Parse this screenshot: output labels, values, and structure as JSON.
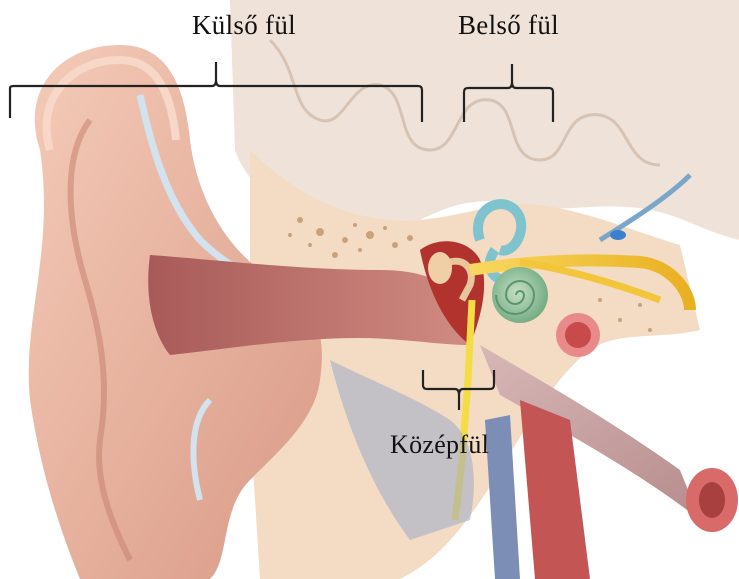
{
  "labels": {
    "outer_ear": "Külső fül",
    "inner_ear": "Belső fül",
    "middle_ear": "Középfül"
  },
  "colors": {
    "skin": "#eab6a1",
    "skin_shadow": "#c98575",
    "canal": "#b86a64",
    "bone": "#f2dcc2",
    "brain": "#eee1d6",
    "cochlea": "#96c29b",
    "semicircular_canals": "#7fc3cf",
    "nerve": "#f5c536",
    "eustachian_tube": "#c9a3a3",
    "bracket": "#222222"
  }
}
